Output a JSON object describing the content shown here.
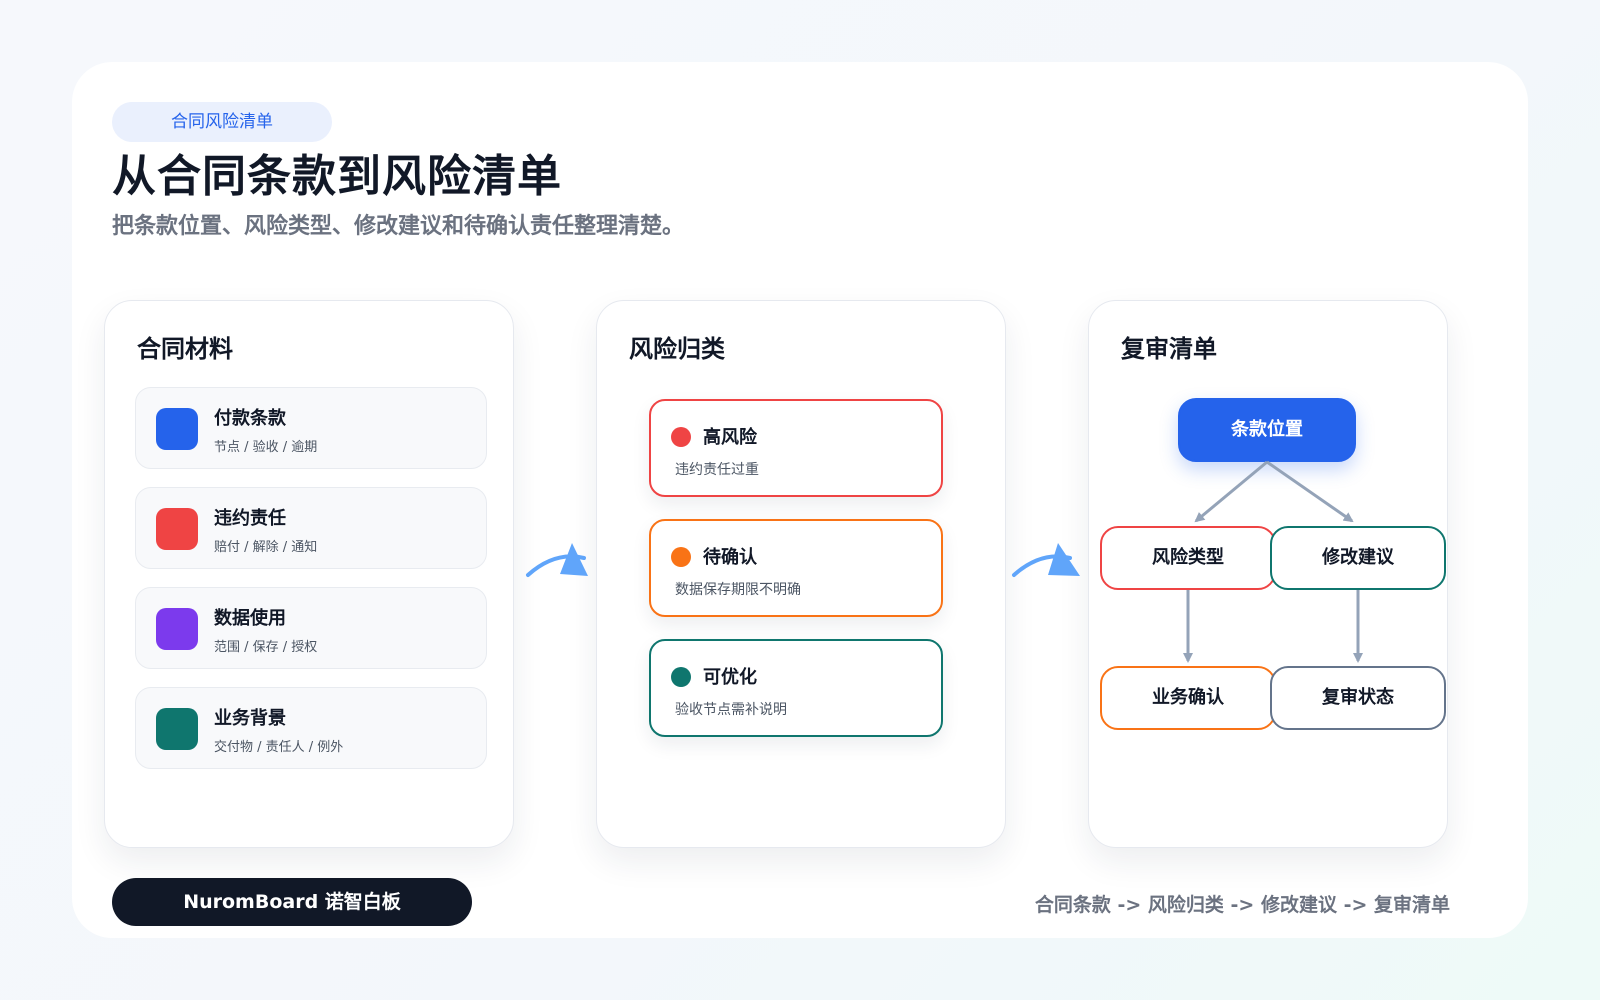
{
  "header": {
    "tag": "合同风险清单",
    "title": "从合同条款到风险清单",
    "subtitle": "把条款位置、风险类型、修改建议和待确认责任整理清楚。"
  },
  "materials": {
    "title": "合同材料",
    "items": [
      {
        "title": "付款条款",
        "sub": "节点 / 验收 / 逾期",
        "color": "#2563eb"
      },
      {
        "title": "违约责任",
        "sub": "赔付 / 解除 / 通知",
        "color": "#ef4444"
      },
      {
        "title": "数据使用",
        "sub": "范围 / 保存 / 授权",
        "color": "#7c3aed"
      },
      {
        "title": "业务背景",
        "sub": "交付物 / 责任人 / 例外",
        "color": "#0f766e"
      }
    ]
  },
  "risks": {
    "title": "风险归类",
    "items": [
      {
        "title": "高风险",
        "sub": "违约责任过重",
        "color": "#ef4444"
      },
      {
        "title": "待确认",
        "sub": "数据保存期限不明确",
        "color": "#f97316"
      },
      {
        "title": "可优化",
        "sub": "验收节点需补说明",
        "color": "#0f766e"
      }
    ]
  },
  "review": {
    "title": "复审清单",
    "root": "条款位置",
    "nodes": [
      {
        "label": "风险类型",
        "color": "#ef4444"
      },
      {
        "label": "修改建议",
        "color": "#0f766e"
      },
      {
        "label": "业务确认",
        "color": "#f97316"
      },
      {
        "label": "复审状态",
        "color": "#64748b"
      }
    ]
  },
  "footer": {
    "brand": "NuromBoard 诺智白板",
    "flow": "合同条款 -> 风险归类 -> 修改建议 -> 复审清单"
  },
  "colors": {
    "accent": "#2563eb",
    "arrow": "#60a5fa",
    "connector": "#94a3b8"
  }
}
